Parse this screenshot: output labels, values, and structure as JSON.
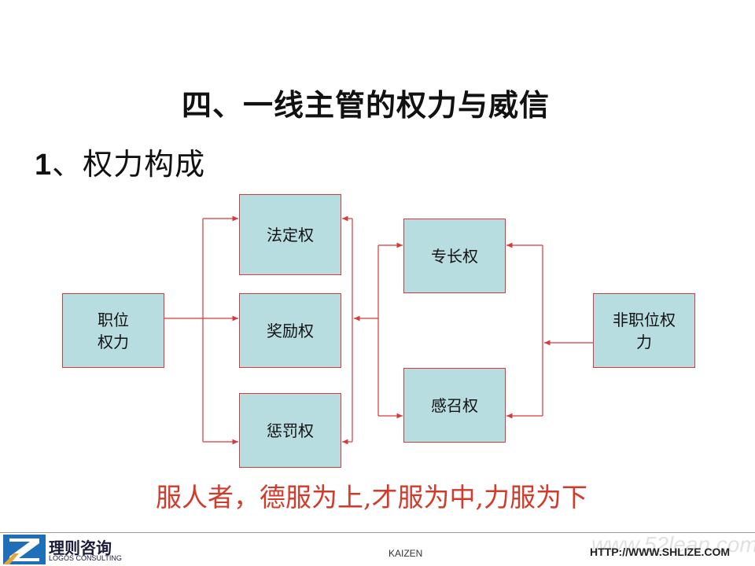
{
  "title": "四、一线主管的权力与威信",
  "subtitle": {
    "number": "1",
    "text": "、权力构成"
  },
  "boxes": {
    "position_power": [
      "职位",
      "权力"
    ],
    "legal": "法定权",
    "reward": "奖励权",
    "punish": "惩罚权",
    "expert": "专长权",
    "charisma": "感召权",
    "non_position_power": [
      "非职位权",
      "力"
    ]
  },
  "motto": "服人者，德服为上,才服为中,力服为下",
  "footer": {
    "logo_cn": "理则咨询",
    "logo_en": "LOGOS CONSULTING",
    "center": "KAIZEN",
    "right": "HTTP://WWW.SHLIZE.COM",
    "watermark": "www.52lean.com"
  },
  "colors": {
    "box_fill": "#b8dde1",
    "box_border": "#d73a3a",
    "connector": "#d73a3a",
    "motto": "#d23a2a"
  }
}
